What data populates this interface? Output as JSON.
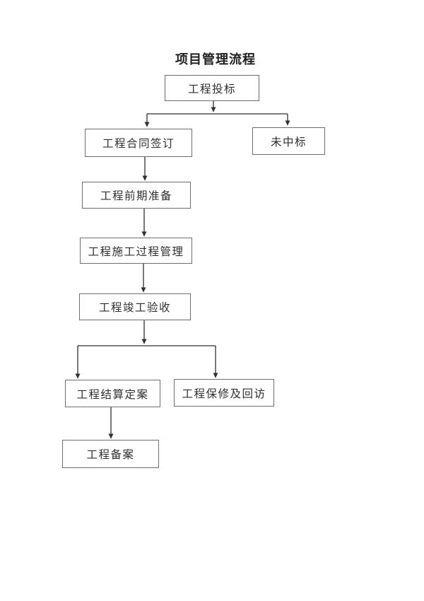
{
  "page": {
    "title": "项目管理流程"
  },
  "diagram": {
    "type": "flowchart",
    "nodes": [
      {
        "id": "bid",
        "label": "工程投标"
      },
      {
        "id": "contract",
        "label": "工程合同签订"
      },
      {
        "id": "not-winning",
        "label": "未中标"
      },
      {
        "id": "preparation",
        "label": "工程前期准备"
      },
      {
        "id": "construction",
        "label": "工程施工过程管理"
      },
      {
        "id": "acceptance",
        "label": "工程竣工验收"
      },
      {
        "id": "settlement",
        "label": "工程结算定案"
      },
      {
        "id": "warranty",
        "label": "工程保修及回访"
      },
      {
        "id": "filing",
        "label": "工程备案"
      }
    ],
    "edges": [
      {
        "from": "工程投标",
        "to": "工程合同签订"
      },
      {
        "from": "工程投标",
        "to": "未中标"
      },
      {
        "from": "工程合同签订",
        "to": "工程前期准备"
      },
      {
        "from": "工程前期准备",
        "to": "工程施工过程管理"
      },
      {
        "from": "工程施工过程管理",
        "to": "工程竣工验收"
      },
      {
        "from": "工程竣工验收",
        "to": "工程结算定案"
      },
      {
        "from": "工程竣工验收",
        "to": "工程保修及回访"
      },
      {
        "from": "工程结算定案",
        "to": "工程备案"
      }
    ]
  },
  "colors": {
    "background": "#ffffff",
    "box_border": "#6e6e6e",
    "line": "#2f2f2f",
    "text": "#2e2e2e"
  }
}
